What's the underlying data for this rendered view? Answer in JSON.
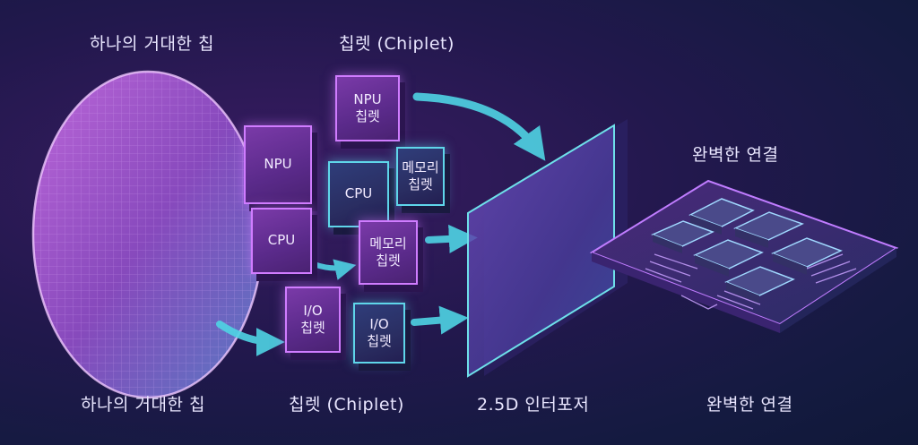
{
  "labels": {
    "top_left": "하나의 거대한 칩",
    "top_chiplet": "칩렛 (Chiplet)",
    "top_right": "완벽한 연결",
    "bottom_left": "하나의 거대한 칩",
    "bottom_chiplet": "칩렛 (Chiplet)",
    "bottom_interposer": "2.5D 인터포저",
    "bottom_right": "완벽한 연결"
  },
  "chips": {
    "npu_top": "NPU\n칩렛",
    "npu": "NPU",
    "cpu_left": "CPU",
    "cpu_mid": "CPU",
    "mem_top": "메모리\n칩렛",
    "mem_mid": "메모리\n칩렛",
    "io_left": "I/O\n칩렛",
    "io_right": "I/O\n칩렛"
  },
  "colors": {
    "wafer": "#b45cd8",
    "chip_pink": "#d07cff",
    "chip_teal": "#5fd6ea",
    "arrow": "#4fd4e4",
    "interposer": "#6ee0ea"
  }
}
